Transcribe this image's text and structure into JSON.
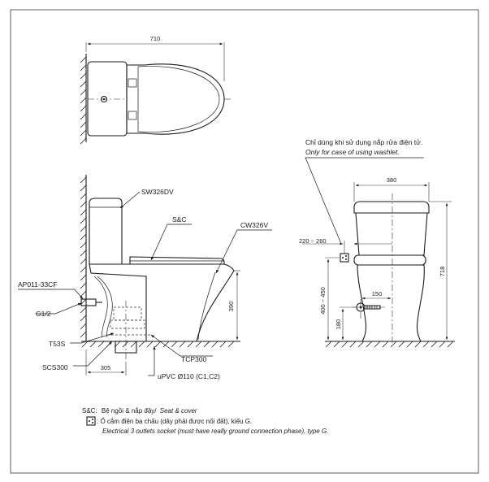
{
  "top_view": {
    "width_dim": "710"
  },
  "side_view": {
    "labels": {
      "tank": "SW326DV",
      "seat": "S&C",
      "bowl": "CW326V",
      "angle_valve": "AP011-33CF",
      "inlet": "G1/2",
      "flange": "T53S",
      "seal": "SCS300",
      "pipe": "uPVC Ø110 (C1,C2)",
      "fixing": "TCP300"
    },
    "dims": {
      "outlet_height": "390",
      "wall_to_outlet": "305"
    }
  },
  "front_view": {
    "washlet_note_vi": "Chỉ dùng khi sử dụng nắp rửa điện tử.",
    "washlet_note_en": "Only for case of using washlet.",
    "dims": {
      "width": "380",
      "socket_range": "220 ~ 260",
      "height": "718",
      "socket_height": "400 ~ 450",
      "inlet_offset": "150",
      "inlet_height": "180"
    }
  },
  "legend": {
    "sc_code": "S&C:",
    "sc_desc_vi": "Bệ ngồi & nắp đậy/",
    "sc_desc_en": "Seat & cover",
    "socket_vi": ": Ổ cắm điện ba chấu (dây phải được nối đất), kiểu G.",
    "socket_en": "Electrical 3 outlets socket (must have really ground connection phase), type G."
  }
}
